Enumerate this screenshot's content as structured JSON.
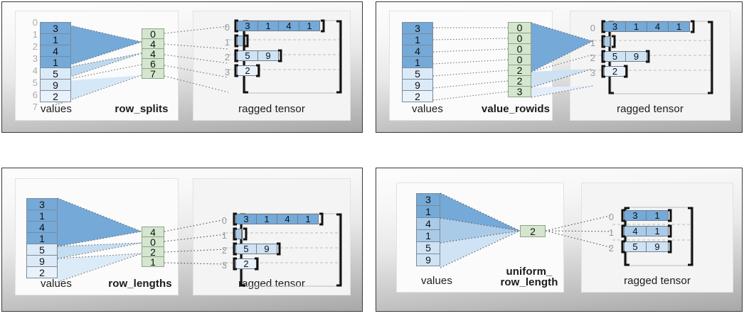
{
  "colors": {
    "dark_blue": "#74a9d8",
    "mid_blue": "#a9cbe8",
    "light_blue": "#dbeaf7",
    "pale_blue": "#e9f2fb",
    "green": "#d4e6cd",
    "green_border": "#8fa38a",
    "cell_border": "#7d8a97",
    "index_gray": "#aaaaaa",
    "bracket_black": "#111111",
    "dash_gray": "#8a8a8a"
  },
  "panels": [
    {
      "id": "row_splits",
      "left_card": {
        "values_label": "values",
        "partition_label": "row_splits",
        "values": [
          3,
          1,
          4,
          1,
          5,
          9,
          2
        ],
        "value_shades": [
          "dark",
          "dark",
          "dark",
          "dark",
          "light",
          "light",
          "light"
        ],
        "index_labels": [
          "0",
          "1",
          "2",
          "3",
          "4",
          "5",
          "6",
          "7"
        ],
        "partition": [
          0,
          4,
          4,
          6,
          7
        ]
      },
      "right_card": {
        "label": "ragged tensor",
        "row_labels": [
          "0",
          "1",
          "2",
          "3"
        ],
        "rows": [
          {
            "cells": [
              3,
              1,
              4,
              1
            ],
            "shade": "dark"
          },
          {
            "cells": [],
            "shade": "mid"
          },
          {
            "cells": [
              5,
              9
            ],
            "shade": "light"
          },
          {
            "cells": [
              2
            ],
            "shade": "pale"
          }
        ]
      }
    },
    {
      "id": "value_rowids",
      "left_card": {
        "values_label": "values",
        "partition_label": "value_rowids",
        "values": [
          3,
          1,
          4,
          1,
          5,
          9,
          2
        ],
        "value_shades": [
          "dark",
          "dark",
          "dark",
          "dark",
          "light",
          "light",
          "light"
        ],
        "index_labels": [],
        "partition": [
          0,
          0,
          0,
          0,
          2,
          2,
          3
        ]
      },
      "right_card": {
        "label": "ragged tensor",
        "row_labels": [
          "0",
          "1",
          "2",
          "3"
        ],
        "rows": [
          {
            "cells": [
              3,
              1,
              4,
              1
            ],
            "shade": "dark"
          },
          {
            "cells": [],
            "shade": "mid"
          },
          {
            "cells": [
              5,
              9
            ],
            "shade": "light"
          },
          {
            "cells": [
              2
            ],
            "shade": "pale"
          }
        ]
      }
    },
    {
      "id": "row_lengths",
      "left_card": {
        "values_label": "values",
        "partition_label": "row_lengths",
        "values": [
          3,
          1,
          4,
          1,
          5,
          9,
          2
        ],
        "value_shades": [
          "dark",
          "dark",
          "dark",
          "dark",
          "light",
          "light",
          "light"
        ],
        "index_labels": [],
        "partition": [
          4,
          0,
          2,
          1
        ]
      },
      "right_card": {
        "label": "ragged tensor",
        "row_labels": [
          "0",
          "1",
          "2",
          "3"
        ],
        "rows": [
          {
            "cells": [
              3,
              1,
              4,
              1
            ],
            "shade": "dark"
          },
          {
            "cells": [],
            "shade": "mid"
          },
          {
            "cells": [
              5,
              9
            ],
            "shade": "light"
          },
          {
            "cells": [
              2
            ],
            "shade": "pale"
          }
        ]
      }
    },
    {
      "id": "uniform_row_length",
      "left_card": {
        "values_label": "values",
        "partition_label": "uniform_\nrow_length",
        "values": [
          3,
          1,
          4,
          1,
          5,
          9
        ],
        "value_shades": [
          "dark",
          "dark",
          "mid",
          "mid",
          "light",
          "light"
        ],
        "index_labels": [],
        "partition": [
          2
        ]
      },
      "right_card": {
        "label": "ragged tensor",
        "row_labels": [
          "0",
          "1",
          "2"
        ],
        "rows": [
          {
            "cells": [
              3,
              1
            ],
            "shade": "dark"
          },
          {
            "cells": [
              4,
              1
            ],
            "shade": "mid"
          },
          {
            "cells": [
              5,
              9
            ],
            "shade": "light"
          }
        ]
      }
    }
  ]
}
